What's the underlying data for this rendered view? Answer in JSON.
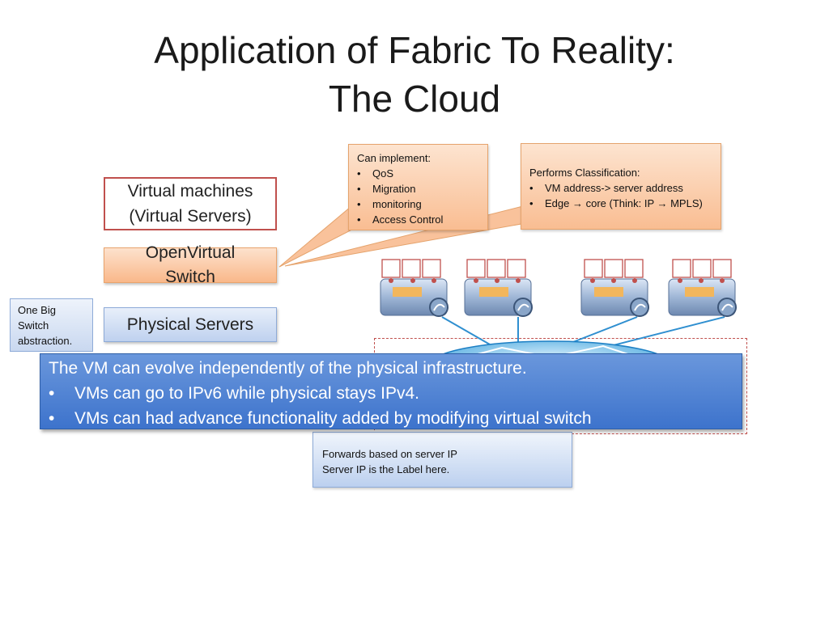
{
  "title": {
    "line1": "Application of Fabric To Reality:",
    "line2": "The Cloud"
  },
  "stack": {
    "virtual_machines": [
      "Virtual machines",
      "(Virtual Servers)"
    ],
    "open_virtual_switch": [
      "OpenVirtual",
      "Switch"
    ],
    "physical_servers": "Physical Servers"
  },
  "callout_implement": {
    "heading": "Can implement:",
    "items": [
      "QoS",
      "Migration",
      "monitoring",
      "Access Control"
    ]
  },
  "callout_classification": {
    "heading": "Performs Classification:",
    "items": [
      "VM address-> server address",
      "Edge → core (Think: IP → MPLS)"
    ]
  },
  "one_big_switch": [
    "One Big",
    "Switch",
    "abstraction."
  ],
  "forwarding_note": [
    "Forwards based on server IP",
    "Server IP is the Label here."
  ],
  "banner": {
    "line1": "The VM can evolve independently of the physical infrastructure.",
    "bullets": [
      "VMs can go to IPv6 while physical stays IPv4.",
      "VMs can had advance functionality added by modifying virtual switch"
    ]
  },
  "bullet_glyph": "•",
  "colors": {
    "vm_border": "#c0504d",
    "switch_fill": "#f9b88a",
    "physical_fill": "#bfd1ef",
    "banner_fill": "#4f81d4"
  },
  "icons": [
    "server-icon",
    "switch-cloud-icon"
  ]
}
